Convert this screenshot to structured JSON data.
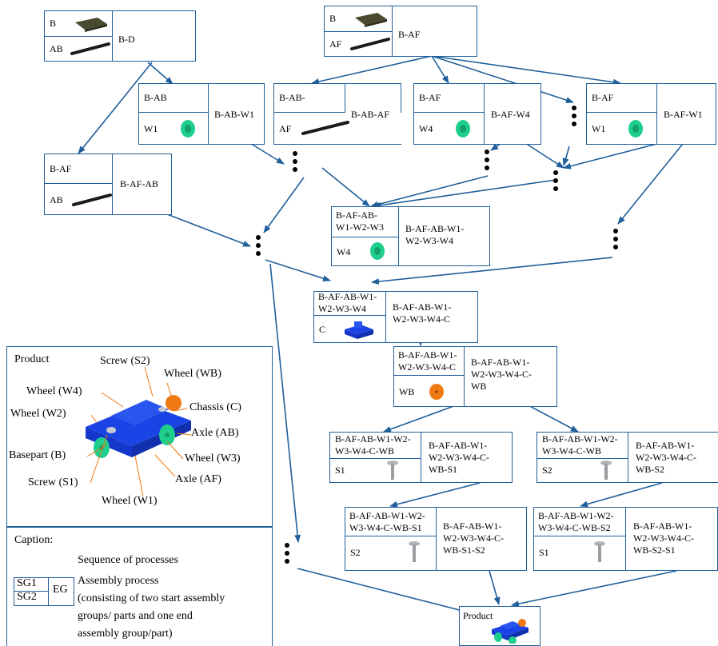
{
  "colors": {
    "border": "#1f5f9a",
    "arrow": "#1f5f9a",
    "wheel": "#1ecf8c",
    "wheel_back": "#f07a12",
    "chassis": "#1a44e6",
    "axle": "#1a1a1a",
    "basepart": "#4a4a30",
    "screw": "#b0b4b8"
  },
  "icons": {
    "basepart": "basepart-plate-icon",
    "axle": "axle-rod-icon",
    "wheel": "green-wheel-icon",
    "wheel_back": "orange-wheel-icon",
    "chassis": "blue-chassis-icon",
    "screw": "screw-icon",
    "car": "toy-car-icon"
  },
  "nodes": {
    "n_bd": {
      "top": "B",
      "bottom": "AB",
      "end": "B-D"
    },
    "n_baf": {
      "top": "B",
      "bottom": "AF",
      "end": "B-AF"
    },
    "n_babw1": {
      "top": "B-AB",
      "bottom": "W1",
      "end": "B-AB-W1"
    },
    "n_babaf": {
      "top": "B-AB-",
      "bottom": "AF",
      "end": "B-AB-AF"
    },
    "n_bafw4": {
      "top": "B-AF",
      "bottom": "W4",
      "end": "B-AF-W4"
    },
    "n_bafw1": {
      "top": "B-AF",
      "bottom": "W1",
      "end": "B-AF-W1"
    },
    "n_bafab": {
      "top": "B-AF",
      "bottom": "AB",
      "end": "B-AF-AB"
    },
    "n_w4": {
      "top": "B-AF-AB-\nW1-W2-W3",
      "bottom": "W4",
      "end": "B-AF-AB-W1-\nW2-W3-W4"
    },
    "n_c": {
      "top": "B-AF-AB-W1-\nW2-W3-W4",
      "bottom": "C",
      "end": "B-AF-AB-W1-\nW2-W3-W4-C"
    },
    "n_wb": {
      "top": "B-AF-AB-W1-\nW2-W3-W4-C",
      "bottom": "WB",
      "end": "B-AF-AB-W1-\nW2-W3-W4-C-\nWB"
    },
    "n_s1": {
      "top": "B-AF-AB-W1-W2-\nW3-W4-C-WB",
      "bottom": "S1",
      "end": "B-AF-AB-W1-\nW2-W3-W4-C-\nWB-S1"
    },
    "n_s2": {
      "top": "B-AF-AB-W1-W2-\nW3-W4-C-WB",
      "bottom": "S2",
      "end": "B-AF-AB-W1-\nW2-W3-W4-C-\nWB-S2"
    },
    "n_s1s2": {
      "top": "B-AF-AB-W1-W2-\nW3-W4-C-WB-S1",
      "bottom": "S2",
      "end": "B-AF-AB-W1-\nW2-W3-W4-C-\nWB-S1-S2"
    },
    "n_s2s1": {
      "top": "B-AF-AB-W1-W2-\nW3-W4-C-WB-S2",
      "bottom": "S1",
      "end": "B-AF-AB-W1-\nW2-W3-W4-C-\nWB-S2-S1"
    },
    "n_product": {
      "label": "Product"
    }
  },
  "legend": {
    "product_title": "Product",
    "labels": {
      "screw_s2": "Screw (S2)",
      "wheel_wb": "Wheel (WB)",
      "wheel_w4": "Wheel (W4)",
      "chassis_c": "Chassis (C)",
      "wheel_w2": "Wheel (W2)",
      "axle_ab": "Axle (AB)",
      "basepart_b": "Basepart (B)",
      "wheel_w3": "Wheel (W3)",
      "screw_s1": "Screw (S1)",
      "axle_af": "Axle (AF)",
      "wheel_w1": "Wheel (W1)"
    },
    "caption_title": "Caption:",
    "arrow_desc": "Sequence of processes",
    "sg1": "SG1",
    "sg2": "SG2",
    "eg": "EG",
    "process_desc": "Assembly process\n(consisting of two start assembly\ngroups/ parts and one end\nassembly group/part)"
  }
}
